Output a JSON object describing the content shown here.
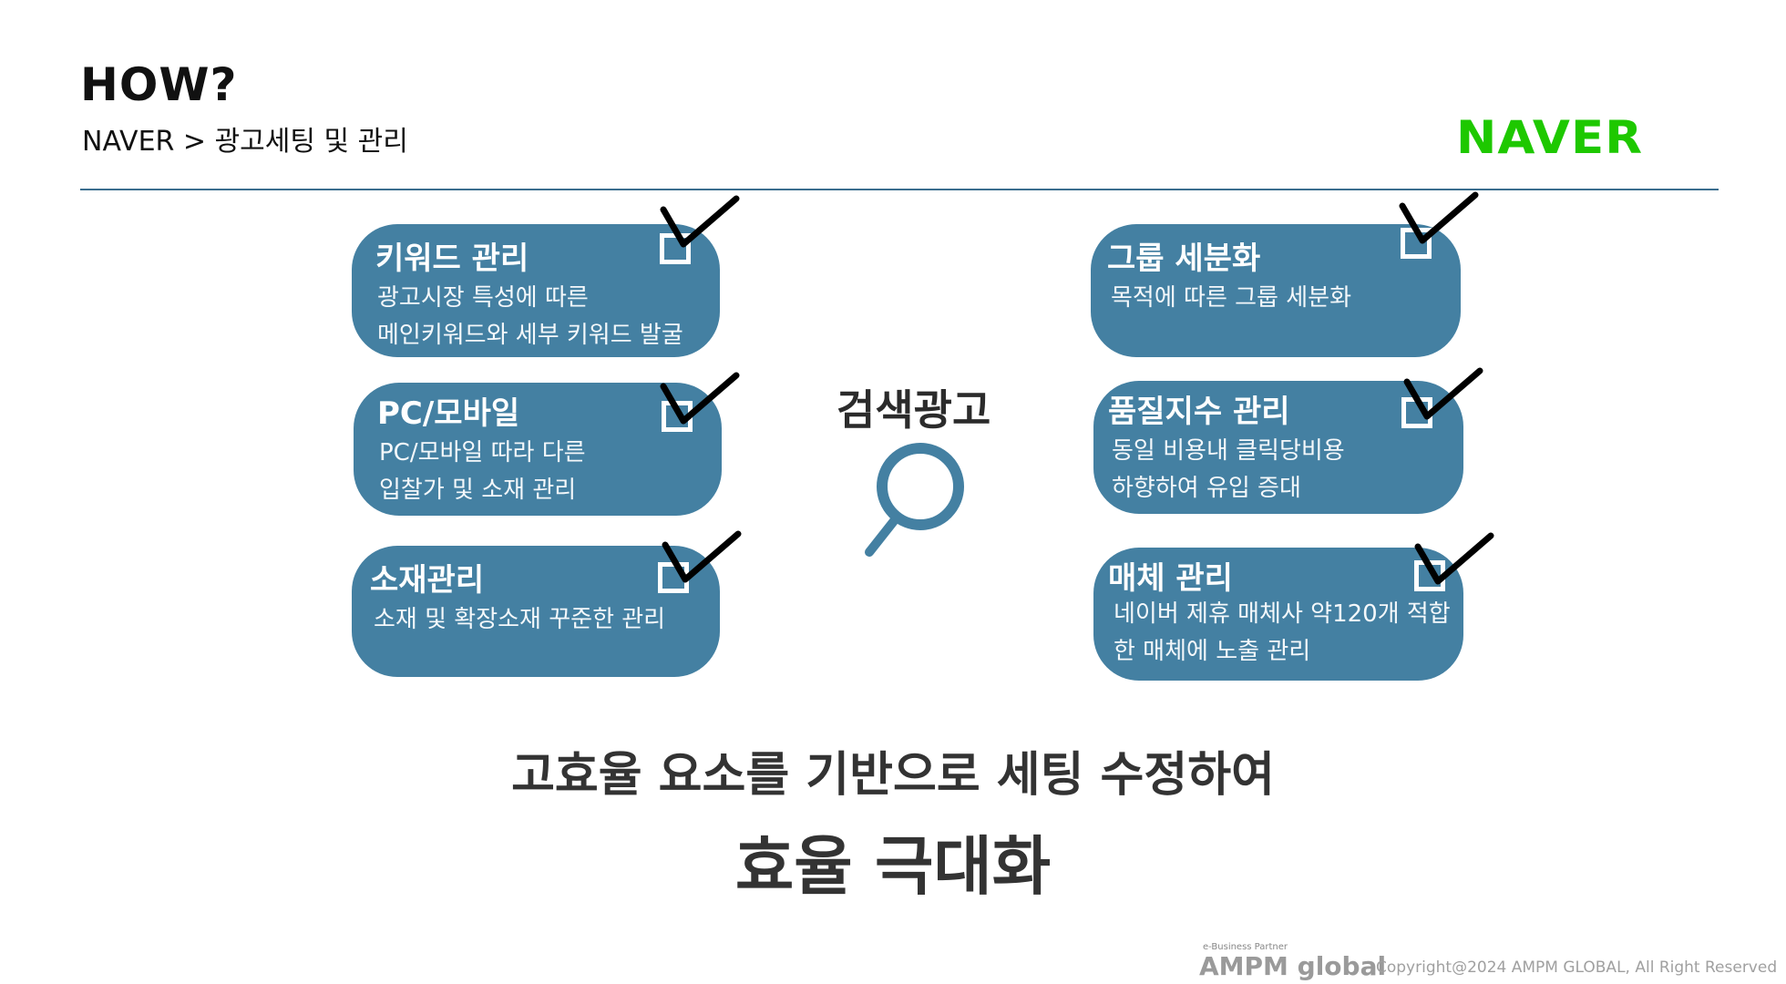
{
  "header": {
    "title": "HOW?",
    "subtitle": "NAVER > 광고세팅 및 관리",
    "logo_text": "NAVER"
  },
  "center": {
    "label": "검색광고",
    "icon": "search-icon"
  },
  "cards_left": [
    {
      "title": "키워드 관리",
      "lines": [
        "광고시장 특성에 따른",
        "메인키워드와 세부 키워드 발굴"
      ]
    },
    {
      "title": "PC/모바일",
      "lines": [
        "PC/모바일 따라 다른",
        "입찰가 및 소재 관리"
      ]
    },
    {
      "title": "소재관리",
      "lines": [
        "소재 및 확장소재 꾸준한 관리"
      ]
    }
  ],
  "cards_right": [
    {
      "title": "그룹 세분화",
      "lines": [
        "목적에 따른 그룹 세분화"
      ]
    },
    {
      "title": "품질지수 관리",
      "lines": [
        "동일 비용내 클릭당비용",
        "하향하여 유입 증대"
      ]
    },
    {
      "title": "매체 관리",
      "lines": [
        "네이버 제휴 매체사 약120개 적합",
        "한 매체에 노출 관리"
      ]
    }
  ],
  "conclusion": {
    "line1": "고효율 요소를 기반으로 세팅 수정하여",
    "line2": "효율 극대화"
  },
  "footer": {
    "partner": "e-Business Partner",
    "brand": "AMPM global",
    "copyright": "Copyright@2024 AMPM GLOBAL, All Right Reserved"
  },
  "colors": {
    "card": "#4480a2",
    "accent_line": "#3b6e8f",
    "naver_green": "#1ec800",
    "text_dark": "#333333"
  }
}
